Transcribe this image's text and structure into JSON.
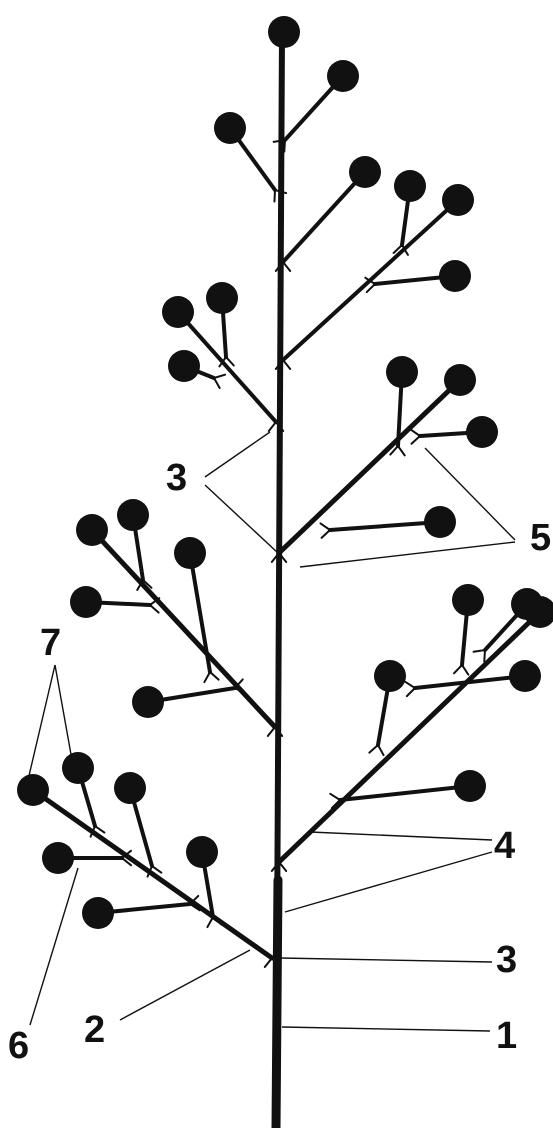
{
  "figure": {
    "labels": [
      {
        "id": "label-1",
        "text": "1"
      },
      {
        "id": "label-2",
        "text": "2"
      },
      {
        "id": "label-3-lower",
        "text": "3"
      },
      {
        "id": "label-3-upper",
        "text": "3"
      },
      {
        "id": "label-4",
        "text": "4"
      },
      {
        "id": "label-5",
        "text": "5"
      },
      {
        "id": "label-6",
        "text": "6"
      },
      {
        "id": "label-7",
        "text": "7"
      }
    ],
    "colors": {
      "ink": "#111111",
      "background": "#ffffff"
    }
  }
}
